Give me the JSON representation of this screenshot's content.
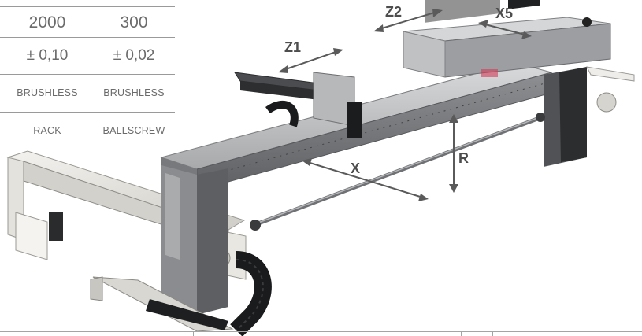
{
  "spec_table": {
    "rows": [
      {
        "col1": "2000",
        "col2": "300"
      },
      {
        "col1": "± 0,10",
        "col2": "± 0,02"
      },
      {
        "col1": "BRUSHLESS",
        "col2": "BRUSHLESS"
      },
      {
        "col1": "RACK",
        "col2": "BALLSCREW"
      }
    ]
  },
  "axes": {
    "z2": "Z2",
    "x5": "X5",
    "z1": "Z1",
    "x": "X",
    "r": "R"
  },
  "colors": {
    "text_gray": "#6b6b6b",
    "rule_gray": "#9a9a9a",
    "axis_label": "#4d4d4d",
    "accent_red": "#d23a57"
  }
}
